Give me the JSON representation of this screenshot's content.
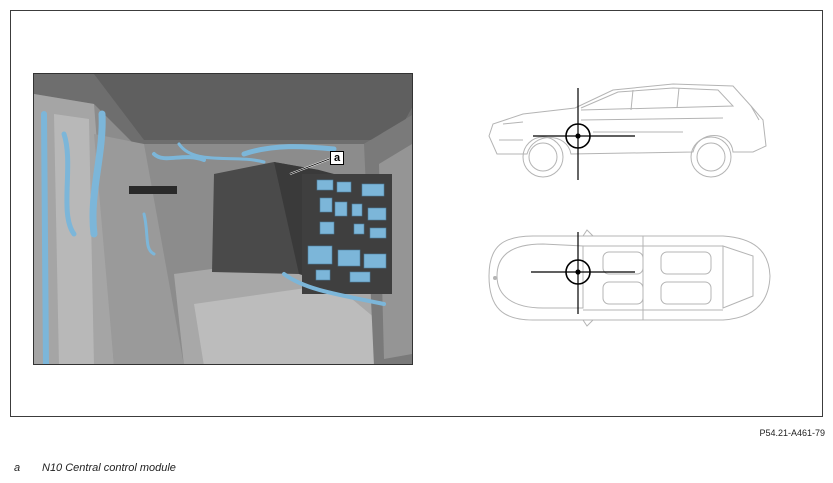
{
  "figure": {
    "callout_label": "a",
    "reference_code": "P54.21-A461-79"
  },
  "legend": [
    {
      "key": "a",
      "text": "N10 Central control module"
    }
  ],
  "colors": {
    "wire_blue": "#7cb6d9",
    "module_dark": "#4a4a4a",
    "frame_gray": "#8a8a8a"
  },
  "icons": [
    "car-side-view-outline",
    "car-top-view-outline",
    "location-crosshair-icon"
  ]
}
